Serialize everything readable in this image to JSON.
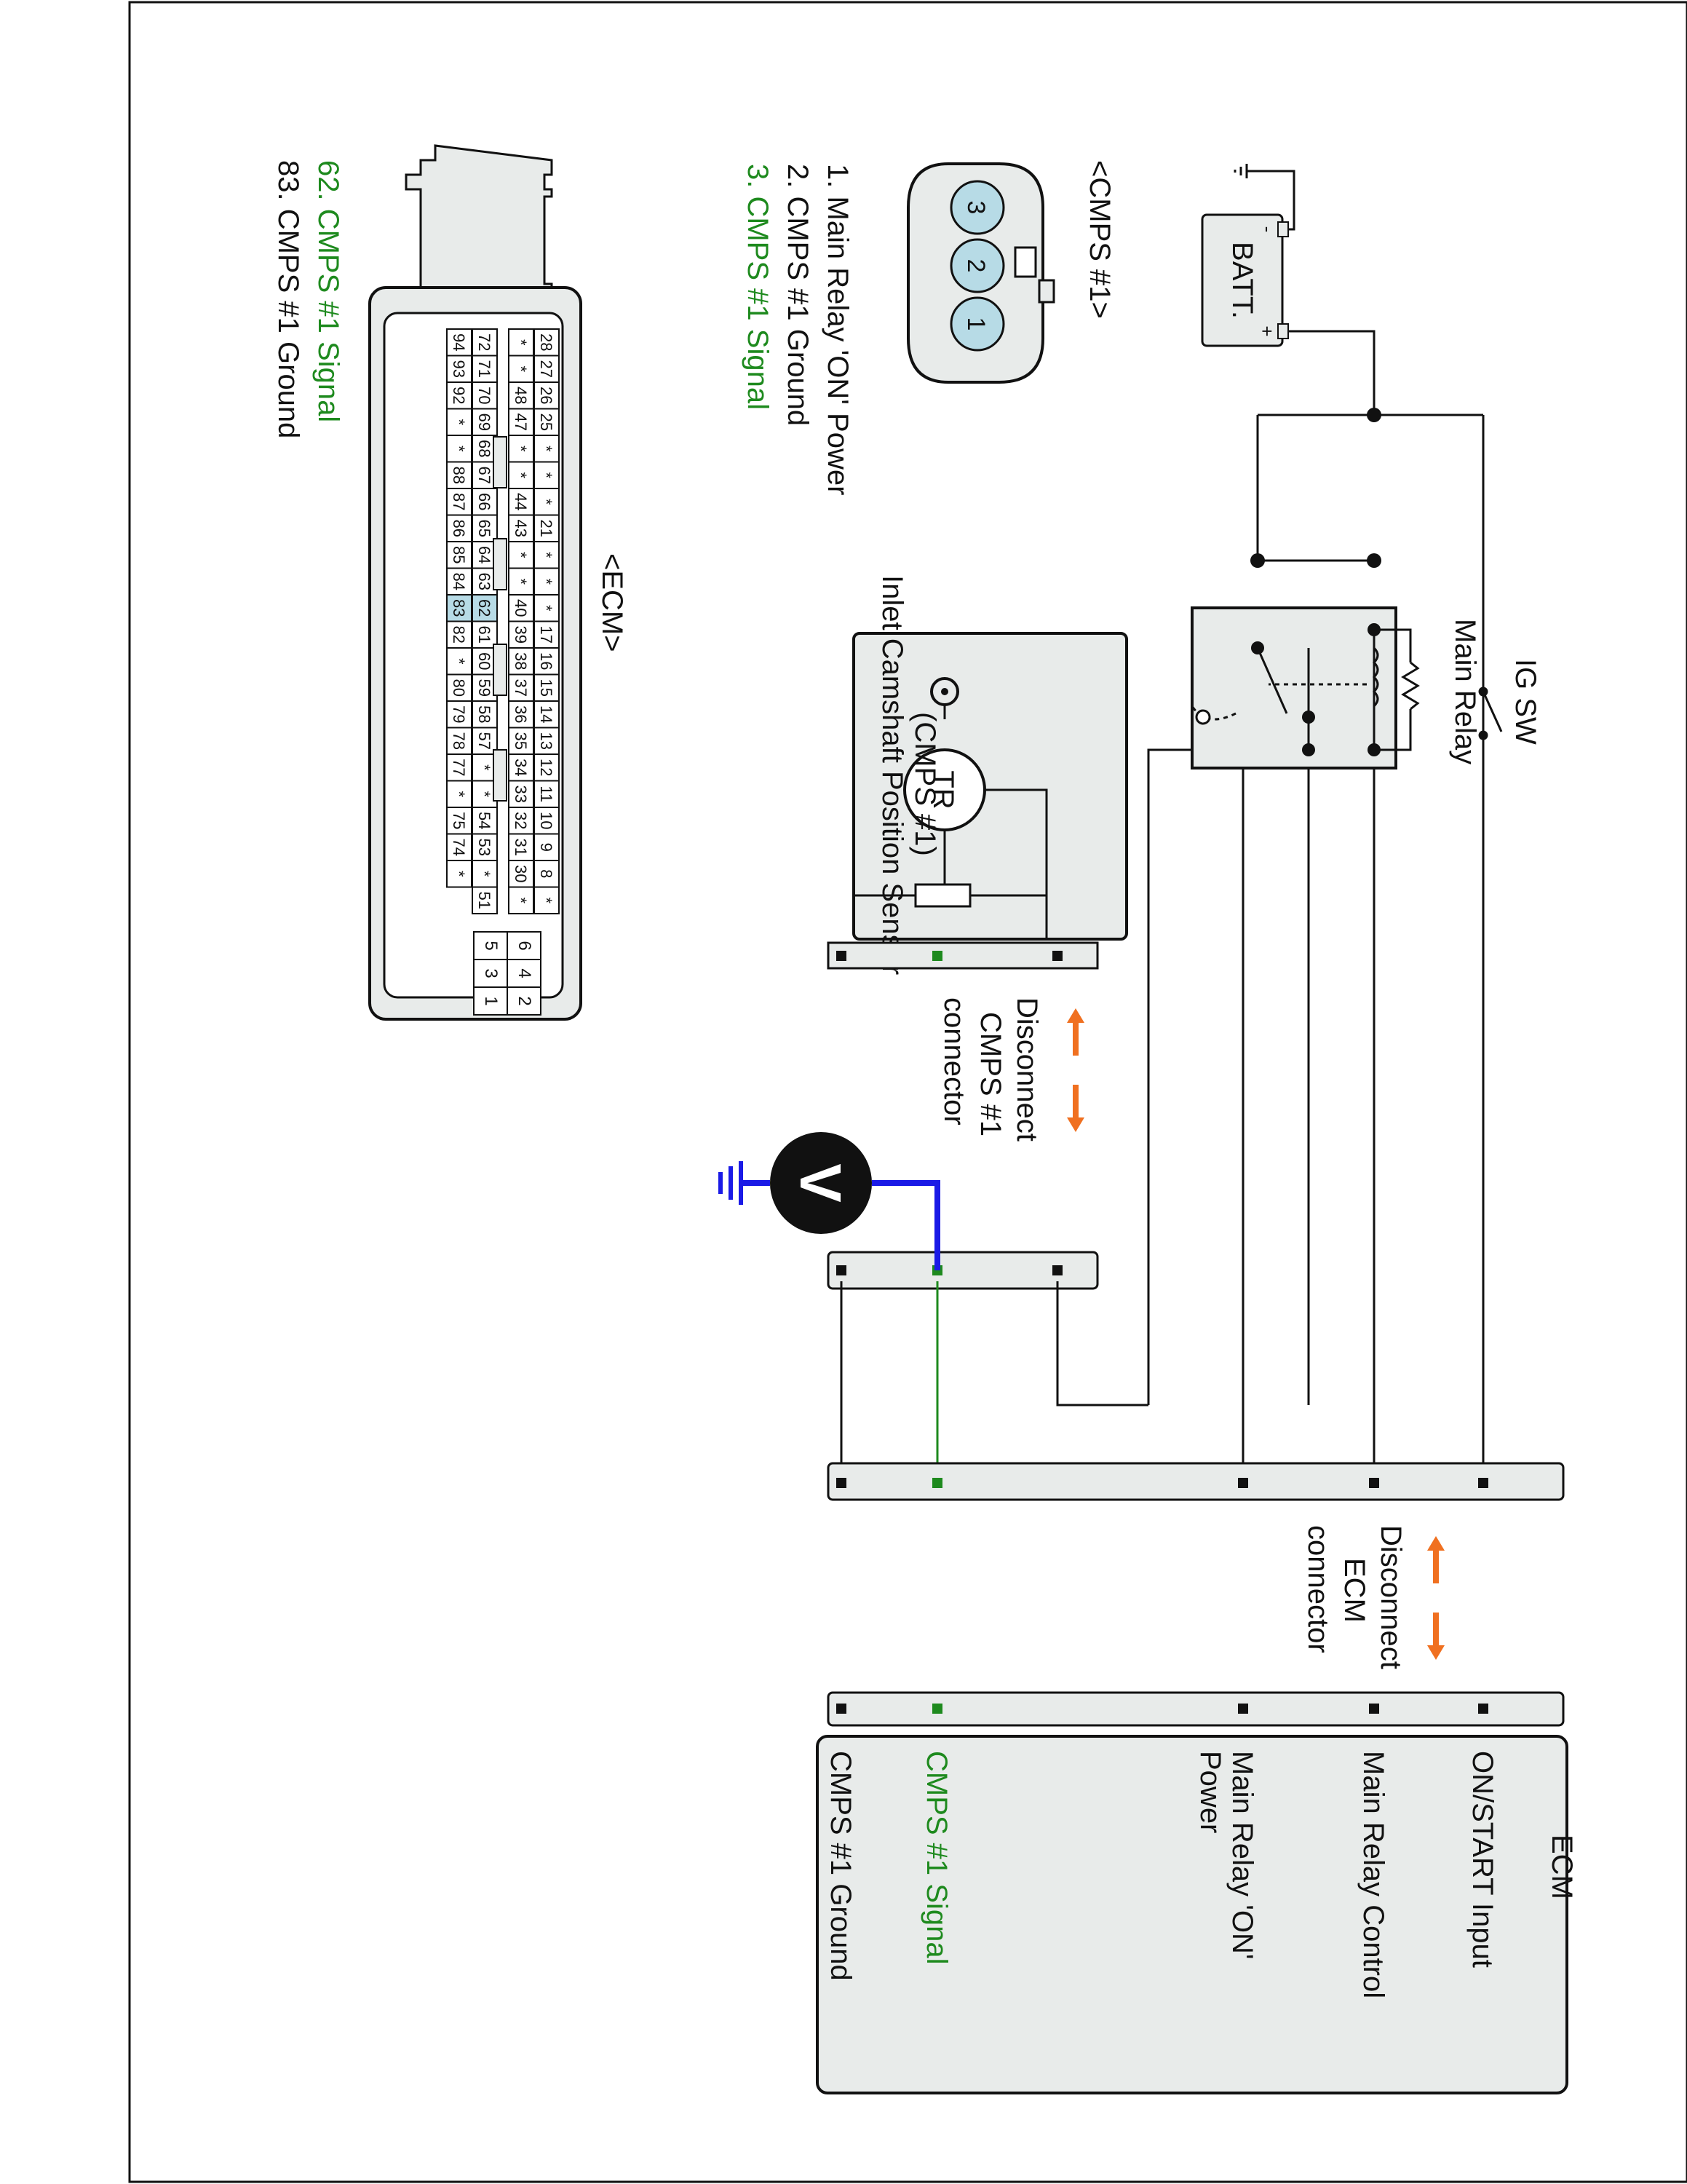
{
  "labels": {
    "batt": "BATT.",
    "ig_sw": "IG SW",
    "main_relay": "Main Relay",
    "sensor_line1": "Inlet Camshaft Position Sensor",
    "sensor_line2": "(CMPS #1)",
    "tr": "TR",
    "volt": "V",
    "disconnect_cmps": [
      "Disconnect",
      "CMPS #1",
      "connector"
    ],
    "disconnect_ecm": [
      "Disconnect",
      "ECM",
      "connector"
    ],
    "ecm_box_title": "ECM",
    "plus": "+",
    "minus": "-"
  },
  "ecm_pins": [
    {
      "lines": [
        "ON/START Input"
      ],
      "color": "#111111"
    },
    {
      "lines": [
        "Main Relay Control"
      ],
      "color": "#111111"
    },
    {
      "lines": [
        "Main Relay 'ON'",
        "Power"
      ],
      "color": "#111111"
    },
    {
      "lines": [
        "CMPS #1 Signal"
      ],
      "color": "#1e8a1e"
    },
    {
      "lines": [
        "CMPS #1 Ground"
      ],
      "color": "#111111"
    }
  ],
  "cmps_connector": {
    "title": "<CMPS #1>",
    "pins": [
      "3",
      "2",
      "1"
    ],
    "legend": [
      {
        "text": "1. Main Relay 'ON' Power",
        "color": "#111111"
      },
      {
        "text": "2. CMPS #1 Ground",
        "color": "#111111"
      },
      {
        "text": "3. CMPS #1 Signal",
        "color": "#1e8a1e"
      }
    ]
  },
  "ecm_connector": {
    "title": "<ECM>",
    "rows": [
      [
        "94",
        "93",
        "92",
        "*",
        "*",
        "88",
        "87",
        "86",
        "85",
        "84",
        "83",
        "82",
        "*",
        "80",
        "79",
        "78",
        "77",
        "*",
        "75",
        "74",
        "*"
      ],
      [
        "72",
        "71",
        "70",
        "69",
        "68",
        "67",
        "66",
        "65",
        "64",
        "63",
        "62",
        "61",
        "60",
        "59",
        "58",
        "57",
        "*",
        "*",
        "54",
        "53",
        "*",
        "51"
      ],
      [
        "*",
        "*",
        "48",
        "47",
        "*",
        "*",
        "44",
        "43",
        "*",
        "*",
        "40",
        "39",
        "38",
        "37",
        "36",
        "35",
        "34",
        "33",
        "32",
        "31",
        "30",
        "*"
      ],
      [
        "28",
        "27",
        "26",
        "25",
        "*",
        "*",
        "*",
        "21",
        "*",
        "*",
        "*",
        "17",
        "16",
        "15",
        "14",
        "13",
        "12",
        "11",
        "10",
        "9",
        "8",
        "*"
      ]
    ],
    "small_block": [
      [
        "6",
        "5"
      ],
      [
        "4",
        "3"
      ],
      [
        "2",
        "1"
      ]
    ],
    "highlighted_pins": [
      "83",
      "62"
    ],
    "legend": [
      {
        "text": "62. CMPS #1 Signal",
        "color": "#1e8a1e"
      },
      {
        "text": "83. CMPS #1 Ground",
        "color": "#111111"
      }
    ]
  },
  "colors": {
    "signal_green": "#1e8a1e",
    "voltmeter_wire": "#1a1ae6",
    "disconnect_arrow": "#f07020",
    "connector_fill": "#e8ebea",
    "pin_highlight": "#b7dbe6"
  }
}
